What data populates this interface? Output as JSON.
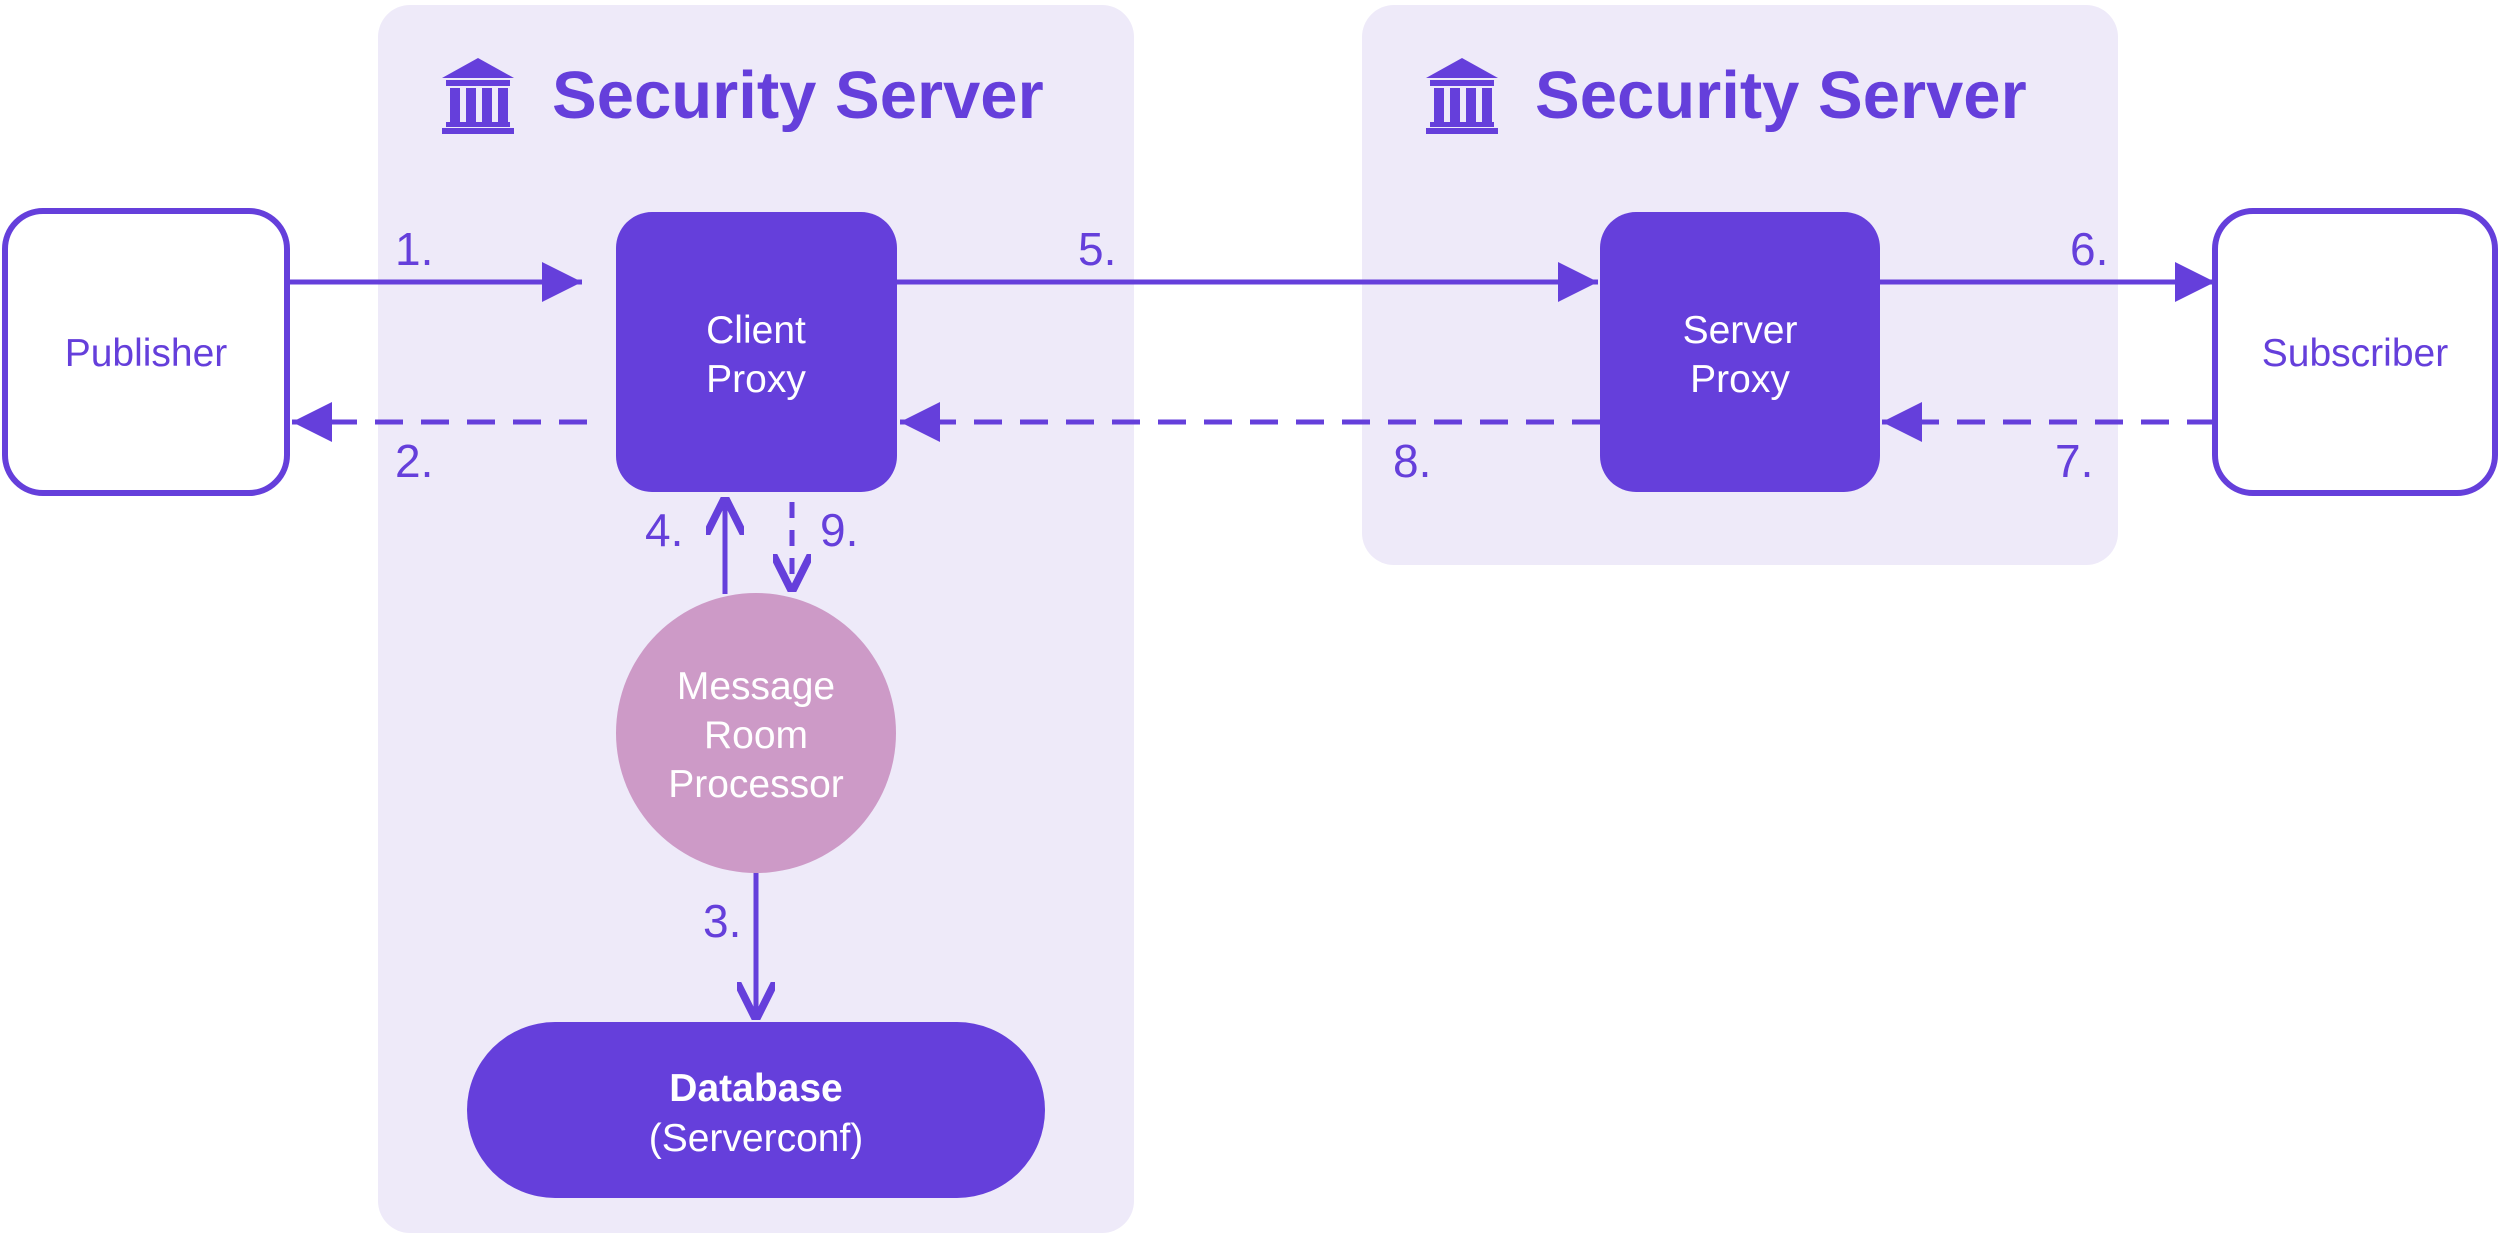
{
  "zones": {
    "left": {
      "title": "Security Server",
      "icon": "bank-building-icon"
    },
    "right": {
      "title": "Security Server",
      "icon": "bank-building-icon"
    }
  },
  "nodes": {
    "publisher": {
      "label": "Publisher"
    },
    "subscriber": {
      "label": "Subscriber"
    },
    "client_proxy": {
      "line1": "Client",
      "line2": "Proxy"
    },
    "server_proxy": {
      "line1": "Server",
      "line2": "Proxy"
    },
    "message_room_processor": {
      "line1": "Message",
      "line2": "Room",
      "line3": "Processor"
    },
    "database": {
      "line1": "Database",
      "line2": "(Serverconf)"
    }
  },
  "steps": [
    "1.",
    "2.",
    "3.",
    "4.",
    "5.",
    "6.",
    "7.",
    "8.",
    "9."
  ],
  "colors": {
    "primary": "#653fdb",
    "zone_fill": "#eeeaf9",
    "processor_fill": "#cd9ac7",
    "node_text_light": "#ffffff",
    "outline_text": "#653fdb",
    "background": "#ffffff"
  }
}
